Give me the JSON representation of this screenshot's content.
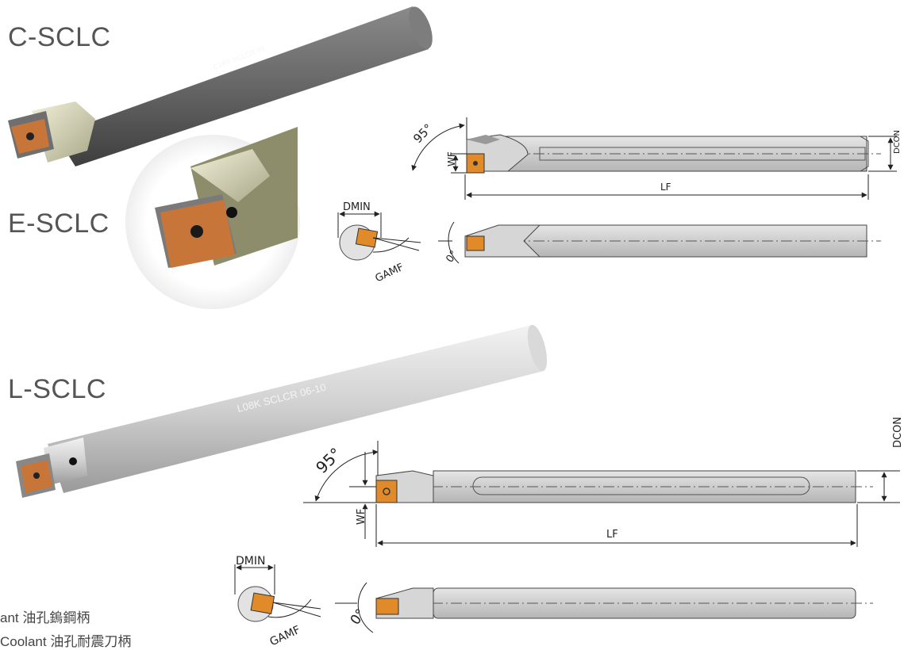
{
  "labels": {
    "c_sclc": "C-SCLC",
    "e_sclc": "E-SCLC",
    "l_sclc": "L-SCLC"
  },
  "tool_markings": {
    "c_tool": "C16R SCLCR 09",
    "l_tool": "L08K SCLCR 06-10"
  },
  "dimensions": {
    "angle_95": "95°",
    "angle_0": "0°",
    "wf": "WF",
    "lf": "LF",
    "dcon": "DCON",
    "dmin": "DMIN",
    "gamf": "GAMF"
  },
  "footer": {
    "line1": "ant  油孔鎢鋼柄",
    "line2": "Coolant 油孔耐震刀柄"
  },
  "colors": {
    "steel_dark": "#6b6b6b",
    "carbide_light": "#c9c9c9",
    "insert_copper": "#c8753a",
    "insert_orange": "#e08a2a"
  }
}
